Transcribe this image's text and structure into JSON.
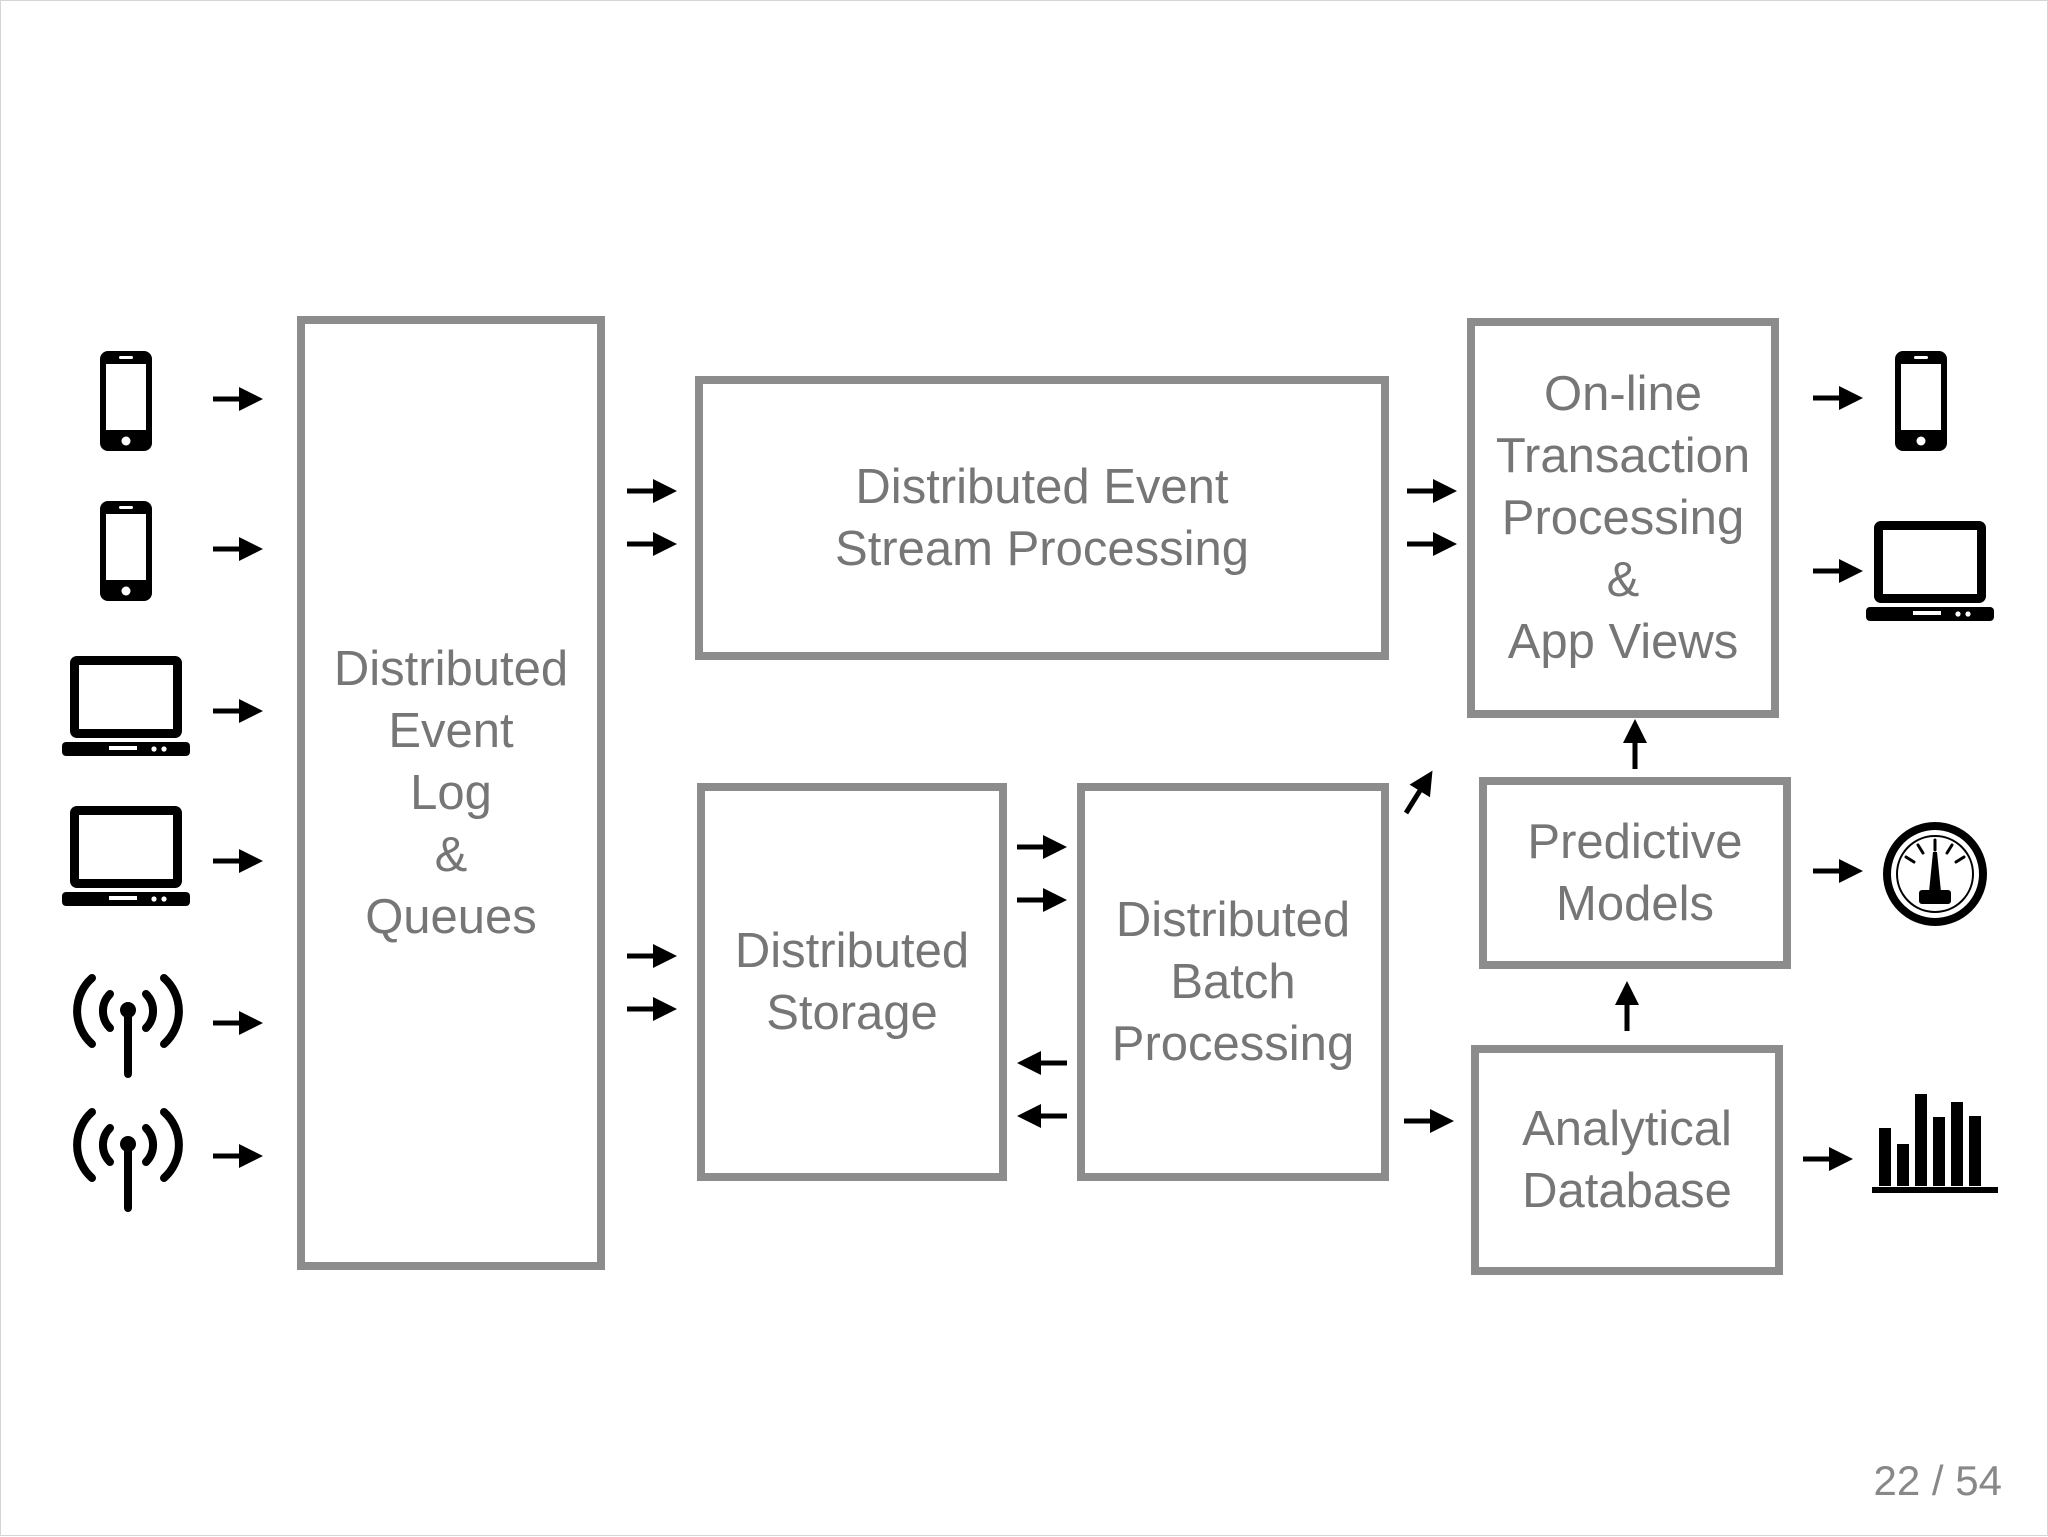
{
  "boxes": {
    "event_log": "Distributed\nEvent\nLog\n&\nQueues",
    "stream_processing": "Distributed Event\nStream Processing",
    "storage": "Distributed\nStorage",
    "batch_processing": "Distributed\nBatch\nProcessing",
    "oltp": "On-line\nTransaction\nProcessing\n&\nApp Views",
    "predictive_models": "Predictive\nModels",
    "analytical_db": "Analytical\nDatabase"
  },
  "sources": {
    "icons": [
      "smartphone-icon",
      "smartphone-icon",
      "laptop-icon",
      "laptop-icon",
      "antenna-icon",
      "antenna-icon"
    ]
  },
  "outputs": {
    "icons": [
      "smartphone-icon",
      "laptop-icon",
      "gauge-icon",
      "bar-chart-icon"
    ]
  },
  "colors": {
    "box_border": "#8c8c8c",
    "box_text": "#767676",
    "arrow": "#000000",
    "page_number": "#888888"
  },
  "footer": {
    "page_number": "22 / 54"
  }
}
